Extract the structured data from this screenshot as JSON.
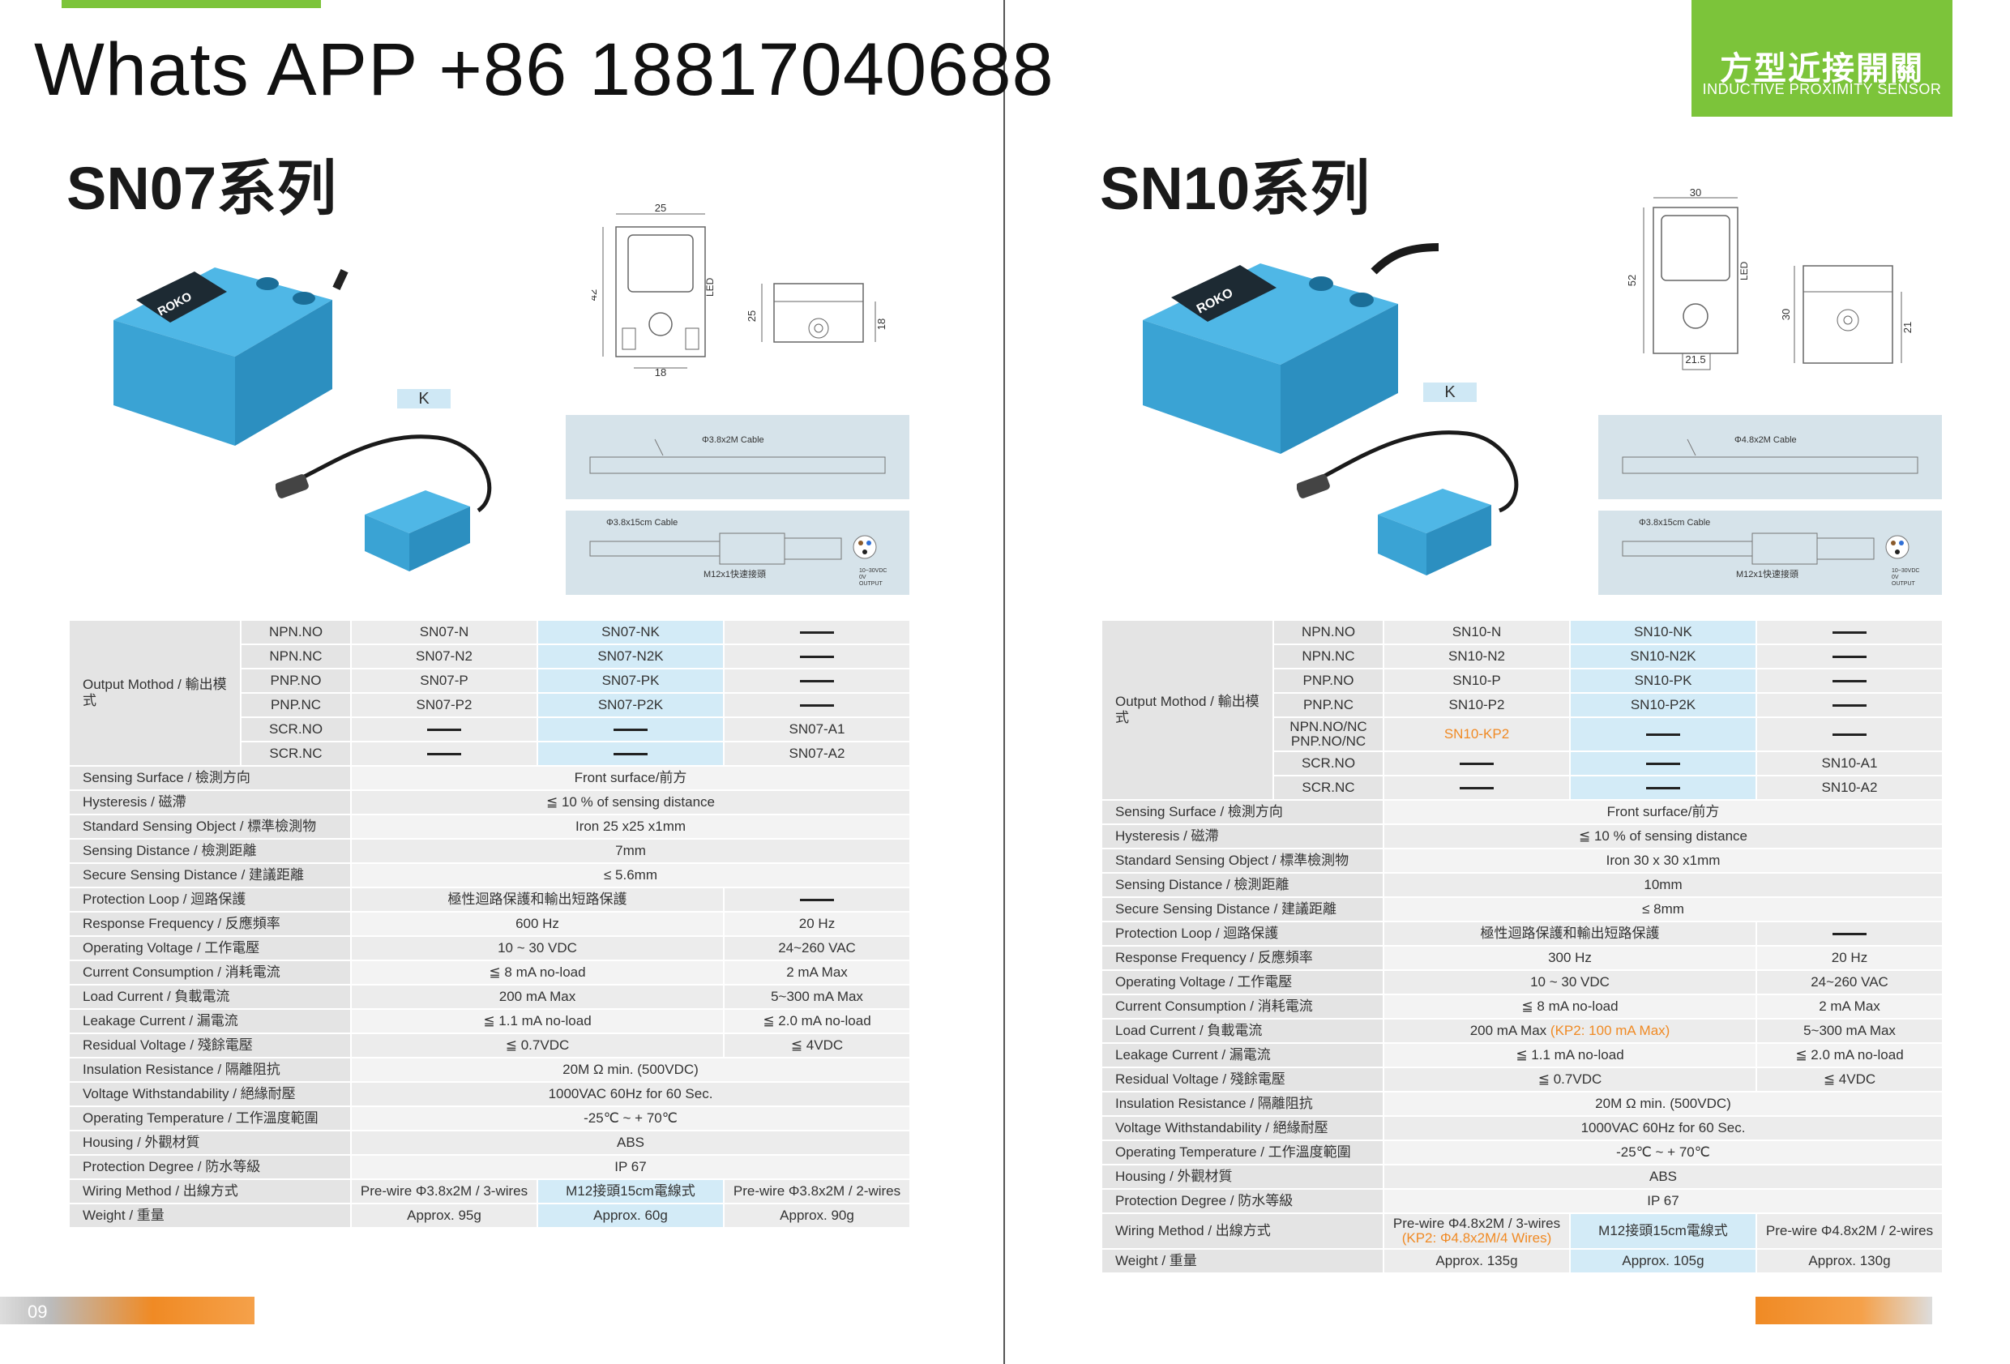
{
  "header": {
    "whatsapp": "Whats APP +86 18817040688",
    "brand_cn": "方型近接開關",
    "brand_en": "INDUCTIVE PROXIMITY SENSOR"
  },
  "colors": {
    "accent_green": "#7cc43a",
    "highlight_blue": "#d3ebf7",
    "row_grey": "#e4e4e4",
    "orange": "#f08a24"
  },
  "left": {
    "series_title": "SN07系列",
    "k_label": "K",
    "dims": {
      "w": "25",
      "h": "42",
      "led": "LED",
      "side_h": "25",
      "bottom": "18",
      "side_w": "18"
    },
    "cable1": "Φ3.8x2M Cable",
    "cable2": "Φ3.8x15cm Cable",
    "connector": "M12x1快速接頭",
    "legend": [
      "10~30VDC",
      "0V",
      "OUTPUT"
    ],
    "output_label": "Output Mothod / 輸出模式",
    "output_rows": [
      {
        "type": "NPN.NO",
        "c1": "SN07-N",
        "c2": "SN07-NK",
        "c3": ""
      },
      {
        "type": "NPN.NC",
        "c1": "SN07-N2",
        "c2": "SN07-N2K",
        "c3": ""
      },
      {
        "type": "PNP.NO",
        "c1": "SN07-P",
        "c2": "SN07-PK",
        "c3": ""
      },
      {
        "type": "PNP.NC",
        "c1": "SN07-P2",
        "c2": "SN07-P2K",
        "c3": ""
      },
      {
        "type": "SCR.NO",
        "c1": "",
        "c2": "",
        "c3": "SN07-A1"
      },
      {
        "type": "SCR.NC",
        "c1": "",
        "c2": "",
        "c3": "SN07-A2"
      }
    ],
    "specs": [
      {
        "label": "Sensing Surface / 檢測方向",
        "span": "Front surface/前方"
      },
      {
        "label": "Hysteresis / 磁滯",
        "span": "≦ 10 % of sensing distance"
      },
      {
        "label": "Standard Sensing Object / 標準檢測物",
        "span": "Iron 25 x25 x1mm"
      },
      {
        "label": "Sensing Distance / 檢測距離",
        "span": "7mm"
      },
      {
        "label": "Secure Sensing Distance / 建議距離",
        "span": "≤ 5.6mm"
      },
      {
        "label": "Protection Loop / 迴路保護",
        "dc": "極性迴路保護和輸出短路保護",
        "ac": ""
      },
      {
        "label": "Response Frequency / 反應頻率",
        "dc": "600 Hz",
        "ac": "20 Hz"
      },
      {
        "label": "Operating Voltage / 工作電壓",
        "dc": "10 ~ 30 VDC",
        "ac": "24~260 VAC"
      },
      {
        "label": "Current Consumption / 消耗電流",
        "dc": "≦ 8 mA no-load",
        "ac": "2 mA Max"
      },
      {
        "label": "Load Current / 負載電流",
        "dc": "200 mA Max",
        "ac": "5~300 mA Max"
      },
      {
        "label": "Leakage Current / 漏電流",
        "dc": "≦ 1.1 mA no-load",
        "ac": "≦ 2.0 mA no-load"
      },
      {
        "label": "Residual Voltage / 殘餘電壓",
        "dc": "≦ 0.7VDC",
        "ac": "≦ 4VDC"
      },
      {
        "label": "Insulation Resistance / 隔離阻抗",
        "span": "20M Ω min. (500VDC)"
      },
      {
        "label": "Voltage Withstandability / 絕緣耐壓",
        "span": "1000VAC 60Hz for 60 Sec."
      },
      {
        "label": "Operating Temperature / 工作溫度範圍",
        "span": "-25℃ ~ + 70℃"
      },
      {
        "label": "Housing / 外觀材質",
        "span": "ABS"
      },
      {
        "label": "Protection Degree / 防水等級",
        "span": "IP 67"
      }
    ],
    "wiring": {
      "label": "Wiring Method / 出線方式",
      "c1": "Pre-wire Φ3.8x2M / 3-wires",
      "c2": "M12接頭15cm電線式",
      "c3": "Pre-wire Φ3.8x2M / 2-wires"
    },
    "weight": {
      "label": "Weight / 重量",
      "c1": "Approx. 95g",
      "c2": "Approx. 60g",
      "c3": "Approx. 90g"
    },
    "page_no": "09"
  },
  "right": {
    "series_title": "SN10系列",
    "k_label": "K",
    "dims": {
      "w": "30",
      "h": "52",
      "led": "LED",
      "side_h": "30",
      "bottom": "21.5",
      "side_w": "21"
    },
    "cable1": "Φ4.8x2M Cable",
    "cable2": "Φ3.8x15cm Cable",
    "connector": "M12x1快速接頭",
    "legend": [
      "10~30VDC",
      "0V",
      "OUTPUT"
    ],
    "output_label": "Output Mothod / 輸出模式",
    "output_rows": [
      {
        "type": "NPN.NO",
        "c1": "SN10-N",
        "c2": "SN10-NK",
        "c3": ""
      },
      {
        "type": "NPN.NC",
        "c1": "SN10-N2",
        "c2": "SN10-N2K",
        "c3": ""
      },
      {
        "type": "PNP.NO",
        "c1": "SN10-P",
        "c2": "SN10-PK",
        "c3": ""
      },
      {
        "type": "PNP.NC",
        "c1": "SN10-P2",
        "c2": "SN10-P2K",
        "c3": ""
      },
      {
        "type": "NPN.NO/NC\nPNP.NO/NC",
        "c1": "SN10-KP2",
        "c2": "",
        "c3": "",
        "orange": true
      },
      {
        "type": "SCR.NO",
        "c1": "",
        "c2": "",
        "c3": "SN10-A1"
      },
      {
        "type": "SCR.NC",
        "c1": "",
        "c2": "",
        "c3": "SN10-A2"
      }
    ],
    "specs": [
      {
        "label": "Sensing Surface / 檢測方向",
        "span": "Front surface/前方"
      },
      {
        "label": "Hysteresis / 磁滯",
        "span": "≦ 10 % of sensing distance"
      },
      {
        "label": "Standard Sensing Object / 標準檢測物",
        "span": "Iron 30 x 30 x1mm"
      },
      {
        "label": "Sensing Distance / 檢測距離",
        "span": "10mm"
      },
      {
        "label": "Secure Sensing Distance / 建議距離",
        "span": "≤ 8mm"
      },
      {
        "label": "Protection Loop / 迴路保護",
        "dc": "極性迴路保護和輸出短路保護",
        "ac": ""
      },
      {
        "label": "Response Frequency / 反應頻率",
        "dc": "300 Hz",
        "ac": "20 Hz"
      },
      {
        "label": "Operating Voltage / 工作電壓",
        "dc": "10 ~ 30 VDC",
        "ac": "24~260 VAC"
      },
      {
        "label": "Current Consumption / 消耗電流",
        "dc": "≦ 8 mA no-load",
        "ac": "2 mA Max"
      },
      {
        "label": "Load Current / 負載電流",
        "dc": "200 mA Max",
        "dc_extra": "(KP2: 100 mA Max)",
        "ac": "5~300 mA Max"
      },
      {
        "label": "Leakage Current / 漏電流",
        "dc": "≦ 1.1 mA no-load",
        "ac": "≦ 2.0 mA no-load"
      },
      {
        "label": "Residual Voltage / 殘餘電壓",
        "dc": "≦ 0.7VDC",
        "ac": "≦ 4VDC"
      },
      {
        "label": "Insulation Resistance / 隔離阻抗",
        "span": "20M Ω min. (500VDC)"
      },
      {
        "label": "Voltage Withstandability / 絕緣耐壓",
        "span": "1000VAC 60Hz for 60 Sec."
      },
      {
        "label": "Operating Temperature / 工作溫度範圍",
        "span": "-25℃ ~ + 70℃"
      },
      {
        "label": "Housing / 外觀材質",
        "span": "ABS"
      },
      {
        "label": "Protection Degree / 防水等級",
        "span": "IP 67"
      }
    ],
    "wiring": {
      "label": "Wiring Method / 出線方式",
      "c1": "Pre-wire Φ4.8x2M / 3-wires",
      "c1_extra": "(KP2: Φ4.8x2M/4 Wires)",
      "c2": "M12接頭15cm電線式",
      "c3": "Pre-wire Φ4.8x2M / 2-wires"
    },
    "weight": {
      "label": "Weight / 重量",
      "c1": "Approx. 135g",
      "c2": "Approx. 105g",
      "c3": "Approx. 130g"
    }
  }
}
